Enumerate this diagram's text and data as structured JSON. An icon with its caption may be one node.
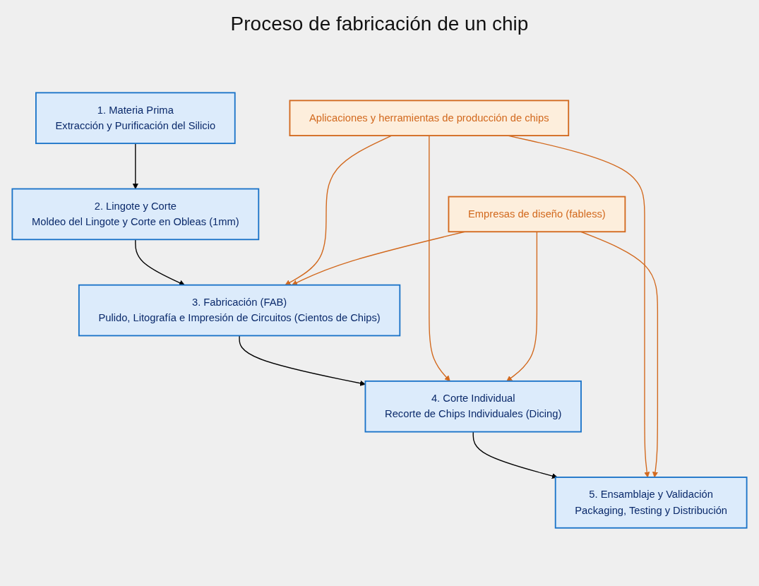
{
  "diagram": {
    "title": "Proceso de fabricación de un chip",
    "nodes": [
      {
        "text": [
          "1. Materia Prima",
          "Extracción y Purificación del Silicio"
        ]
      },
      {
        "text": [
          "2. Lingote y Corte",
          "Moldeo del Lingote y Corte en Obleas (1mm)"
        ]
      },
      {
        "text": [
          "3. Fabricación (FAB)",
          "Pulido, Litografía e Impresión de Circuitos (Cientos de Chips)"
        ]
      },
      {
        "text": [
          "4. Corte Individual",
          "Recorte de Chips Individuales (Dicing)"
        ]
      },
      {
        "text": [
          "5. Ensamblaje y Validación",
          "Packaging, Testing y Distribución"
        ]
      },
      {
        "text": [
          "Aplicaciones y herramientas de producción de chips"
        ]
      },
      {
        "text": [
          "Empresas de diseño (fabless)"
        ]
      }
    ],
    "edges": [
      {
        "from": 0,
        "to": 1,
        "arrow": "to",
        "color": "#000000"
      },
      {
        "from": 1,
        "to": 2,
        "arrow": "to",
        "color": "#000000"
      },
      {
        "from": 2,
        "to": 3,
        "arrow": "to",
        "color": "#000000"
      },
      {
        "from": 3,
        "to": 4,
        "arrow": "to",
        "color": "#000000"
      },
      {
        "from": 5,
        "to": 2,
        "arrow": "to",
        "color": "#d2691e"
      },
      {
        "from": 5,
        "to": 3,
        "arrow": "to",
        "color": "#d2691e"
      },
      {
        "from": 5,
        "to": 4,
        "arrow": "to",
        "color": "#d2691e"
      },
      {
        "from": 6,
        "to": 2,
        "arrow": "to",
        "color": "#d2691e"
      },
      {
        "from": 6,
        "to": 3,
        "arrow": "to",
        "color": "#d2691e"
      },
      {
        "from": 6,
        "to": 4,
        "arrow": "to",
        "color": "#d2691e"
      }
    ]
  }
}
